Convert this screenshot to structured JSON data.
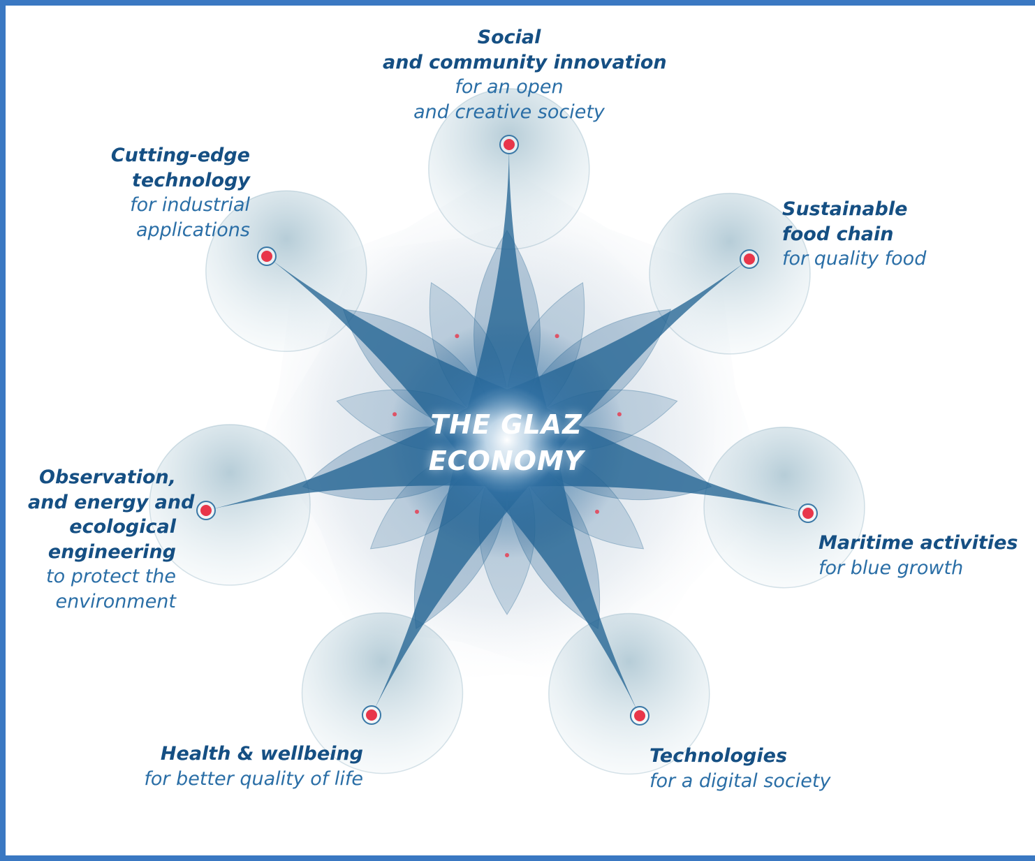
{
  "colors": {
    "frame": "#3a78c2",
    "text": "#1f5f95",
    "petal": "#1f5f8f",
    "node": "#e8364a"
  },
  "center": {
    "line1": "THE GLAZ",
    "line2": "ECONOMY"
  },
  "branches": [
    {
      "id": "social",
      "bold": [
        "Social",
        "and community innovation"
      ],
      "sub": [
        "for an open",
        "and creative society"
      ]
    },
    {
      "id": "food",
      "bold": [
        "Sustainable",
        "food chain"
      ],
      "sub": [
        "for quality food"
      ]
    },
    {
      "id": "maritime",
      "bold": [
        "Maritime activities"
      ],
      "sub": [
        "for blue growth"
      ]
    },
    {
      "id": "technologies",
      "bold": [
        "Technologies"
      ],
      "sub": [
        "for a digital society"
      ]
    },
    {
      "id": "health",
      "bold": [
        "Health & wellbeing"
      ],
      "sub": [
        "for better quality of life"
      ]
    },
    {
      "id": "observation",
      "bold": [
        "Observation,",
        "and energy and",
        "ecological",
        "engineering"
      ],
      "sub": [
        "to protect the",
        "environment"
      ]
    },
    {
      "id": "cutting-edge",
      "bold": [
        "Cutting-edge",
        "technology"
      ],
      "sub": [
        "for industrial",
        "applications"
      ]
    }
  ]
}
